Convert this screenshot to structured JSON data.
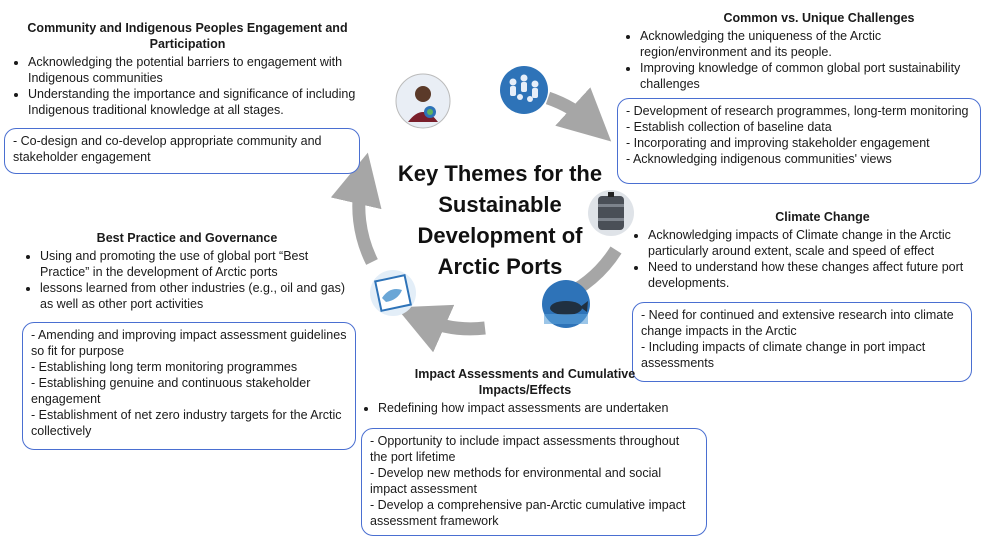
{
  "center": {
    "lines": [
      "Key Themes for the",
      "Sustainable",
      "Development of",
      "Arctic Ports"
    ]
  },
  "themes": {
    "community": {
      "title_lines": [
        "Community and Indigenous Peoples Engagement and",
        "Participation"
      ],
      "bullets": [
        "Acknowledging the potential barriers to engagement with Indigenous communities",
        "Understanding the importance and significance of including Indigenous traditional knowledge at all stages."
      ],
      "box": [
        "- Co-design and co-develop appropriate community and stakeholder engagement"
      ]
    },
    "challenges": {
      "title": "Common vs. Unique Challenges",
      "bullets": [
        "Acknowledging the uniqueness of the Arctic region/environment and its people.",
        "Improving knowledge of common global port sustainability challenges"
      ],
      "box": [
        "- Development of research programmes, long-term monitoring",
        "- Establish collection of baseline data",
        "- Incorporating and improving stakeholder engagement",
        "- Acknowledging indigenous communities' views"
      ]
    },
    "climate": {
      "title": "Climate Change",
      "bullets": [
        "Acknowledging impacts of Climate change in the Arctic particularly around extent, scale and speed of effect",
        "Need to understand how these changes affect future port developments."
      ],
      "box": [
        "- Need for continued and extensive research into climate change impacts in the Arctic",
        "- Including impacts of climate change in port impact assessments"
      ]
    },
    "impact": {
      "title_lines": [
        "Impact Assessments and Cumulative",
        "Impacts/Effects"
      ],
      "bullets": [
        "Redefining how impact assessments are undertaken"
      ],
      "box": [
        "- Opportunity to include impact assessments throughout the port lifetime",
        "- Develop new methods for environmental and social impact assessment",
        "- Develop a comprehensive pan-Arctic cumulative impact assessment framework"
      ]
    },
    "practice": {
      "title": "Best Practice and Governance",
      "bullets": [
        "Using and promoting the use of global port “Best Practice” in the development of Arctic ports",
        "lessons learned from other industries (e.g., oil and gas) as well as other port activities"
      ],
      "box": [
        "- Amending and improving impact assessment guidelines so fit for purpose",
        "- Establishing long term monitoring programmes",
        "- Establishing genuine and continuous stakeholder engagement",
        "- Establishment of net zero industry targets for the Arctic collectively"
      ]
    }
  },
  "icons": [
    "person-globe-icon",
    "people-chain-icon",
    "oil-barrel-icon",
    "whale-icon",
    "ice-map-icon"
  ],
  "colors": {
    "arrow": "#a6a6a6",
    "box_border": "#4a6fd1",
    "icon_blue": "#2e73b8"
  }
}
